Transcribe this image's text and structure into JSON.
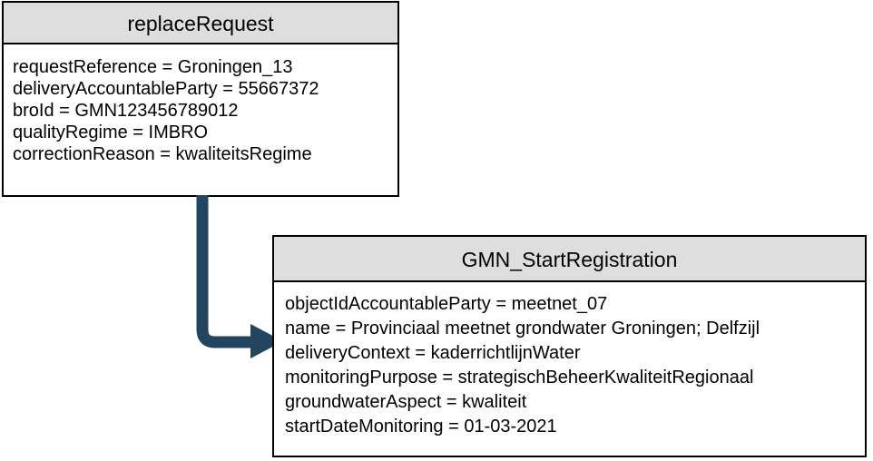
{
  "diagram": {
    "type": "uml-object-diagram",
    "background_color": "#ffffff",
    "accent_color": "#234560",
    "header_fill": "#dedede",
    "border_color": "#000000",
    "text_color": "#000000"
  },
  "boxes": [
    {
      "id": "replace-request",
      "title": "replaceRequest",
      "attributes": [
        "requestReference = Groningen_13",
        "deliveryAccountableParty = 55667372",
        "broId = GMN123456789012",
        "qualityRegime = IMBRO",
        "correctionReason = kwaliteitsRegime"
      ]
    },
    {
      "id": "gmn-start-registration",
      "title": "GMN_StartRegistration",
      "attributes": [
        "objectIdAccountableParty = meetnet_07",
        "name = Provinciaal meetnet grondwater Groningen; Delfzijl",
        "deliveryContext = kaderrichtlijnWater",
        "monitoringPurpose = strategischBeheerKwaliteitRegionaal",
        "groundwaterAspect = kwaliteit",
        "startDateMonitoring = 01-03-2021"
      ]
    }
  ],
  "connector": {
    "name": "elbow-arrow",
    "from": "replace-request",
    "to": "gmn-start-registration",
    "color": "#234560",
    "style": "solid-elbow-with-arrowhead"
  }
}
